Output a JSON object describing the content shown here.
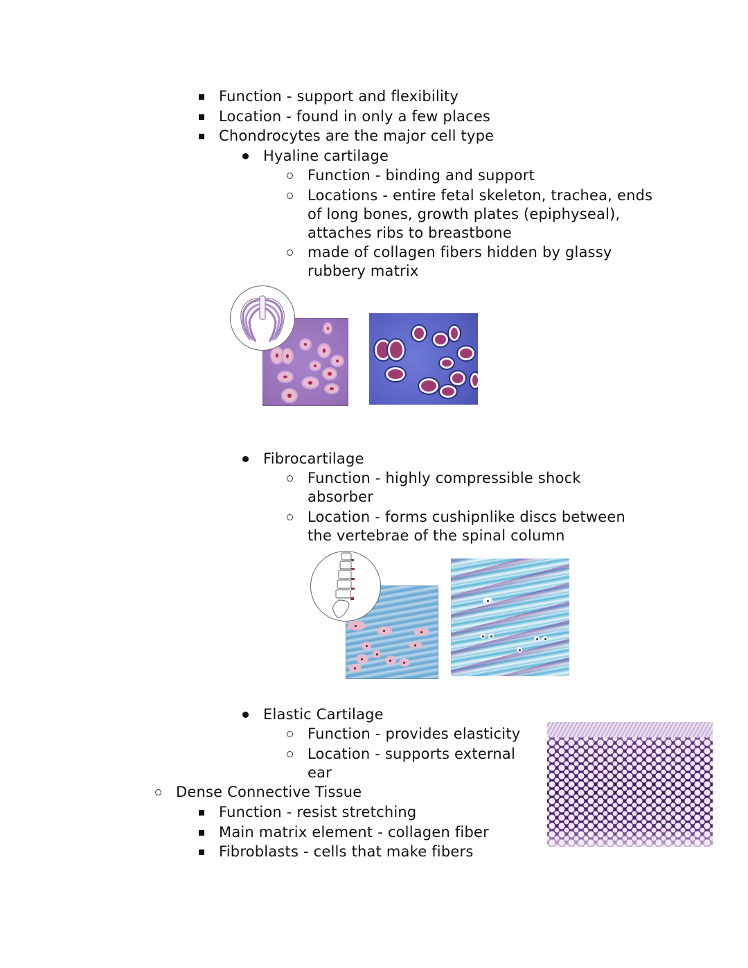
{
  "document": {
    "cartilage_points": [
      "Function - support and flexibility",
      "Location - found in only a few places",
      "Chondrocytes are the major cell type"
    ],
    "hyaline": {
      "title": "Hyaline cartilage",
      "points": [
        "Function - binding and support",
        "Locations - entire fetal skeleton, trachea, ends",
        "of long bones, growth plates (epiphyseal),",
        "attaches ribs to breastbone",
        "made of collagen fibers hidden by glassy",
        "rubbery matrix"
      ],
      "images": [
        "ribcage-illustration",
        "hyaline-micrograph-drawing",
        "hyaline-micrograph-photo"
      ]
    },
    "fibrocartilage": {
      "title": "Fibrocartilage",
      "points": [
        "Function - highly compressible shock",
        "absorber",
        "Location - forms cushipnlike discs between",
        "the vertebrae of the spinal column"
      ],
      "images": [
        "spine-illustration",
        "fibrocartilage-micrograph-drawing",
        "fibrocartilage-micrograph-photo"
      ]
    },
    "elastic": {
      "title": "Elastic Cartilage",
      "points": [
        "Function - provides elasticity",
        "Location - supports external",
        "ear"
      ],
      "images": [
        "elastic-cartilage-micrograph"
      ]
    },
    "dense": {
      "title": "Dense Connective Tissue",
      "points": [
        "Function - resist stretching",
        "Main matrix element - collagen fiber",
        "Fibroblasts - cells that make fibers"
      ]
    }
  }
}
